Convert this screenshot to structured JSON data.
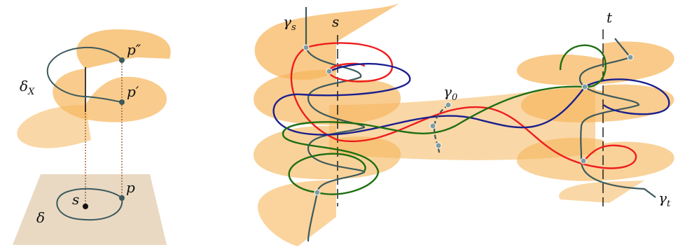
{
  "left_figure": {
    "labels": {
      "p_double_prime": "p″",
      "p_prime": "p′",
      "p": "p",
      "delta_x": "δ",
      "delta_x_sub": "X",
      "delta": "δ",
      "s": "s"
    }
  },
  "right_figure": {
    "labels": {
      "gamma_s": "γ",
      "gamma_s_sub": "s",
      "s": "s",
      "t": "t",
      "gamma_0": "γ",
      "gamma_0_sub": "0",
      "gamma_t": "γ",
      "gamma_t_sub": "t"
    }
  },
  "colors": {
    "surface": "#f6b65c",
    "surface_dark": "#eea44a",
    "plane": "#e9d9c3",
    "curve_gray": "#3c5a5c",
    "red": "#ee1c1c",
    "blue": "#1a1f8e",
    "green": "#1e6e12",
    "axis": "#111111",
    "dotted": "#8b4a1c"
  }
}
